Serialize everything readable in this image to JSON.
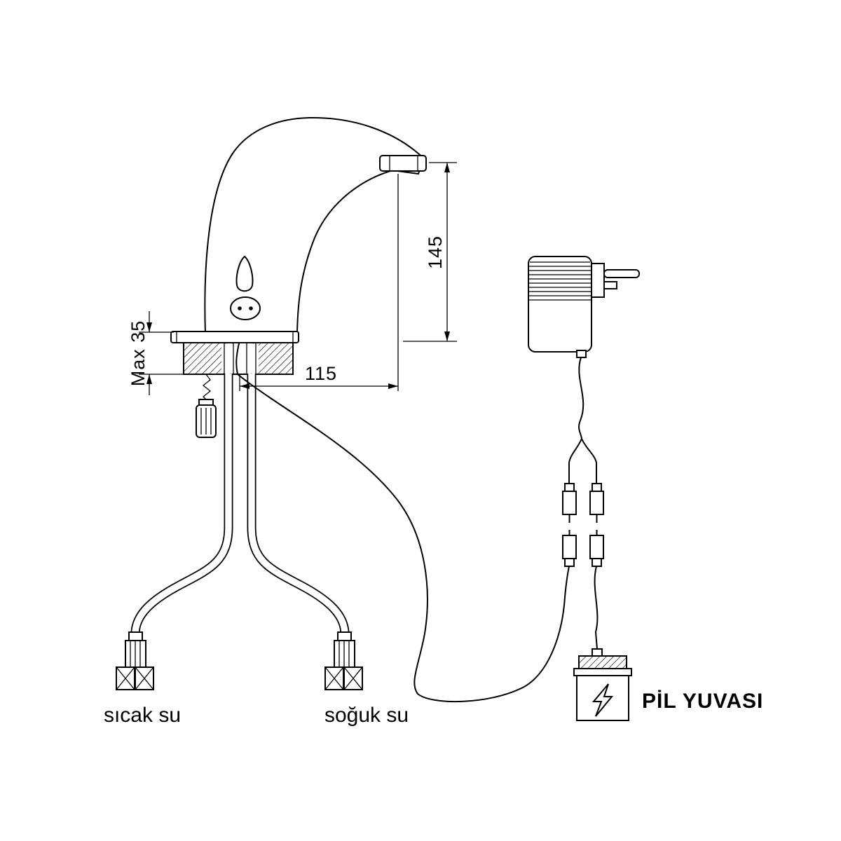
{
  "drawing": {
    "dims": {
      "spout_height": "145",
      "spout_reach": "115",
      "max_thickness": "Max 35"
    },
    "labels": {
      "hot": "sıcak su",
      "cold": "soğuk su",
      "battery": "PİL YUVASI"
    },
    "colors": {
      "line": "#000000",
      "background": "#ffffff"
    }
  }
}
